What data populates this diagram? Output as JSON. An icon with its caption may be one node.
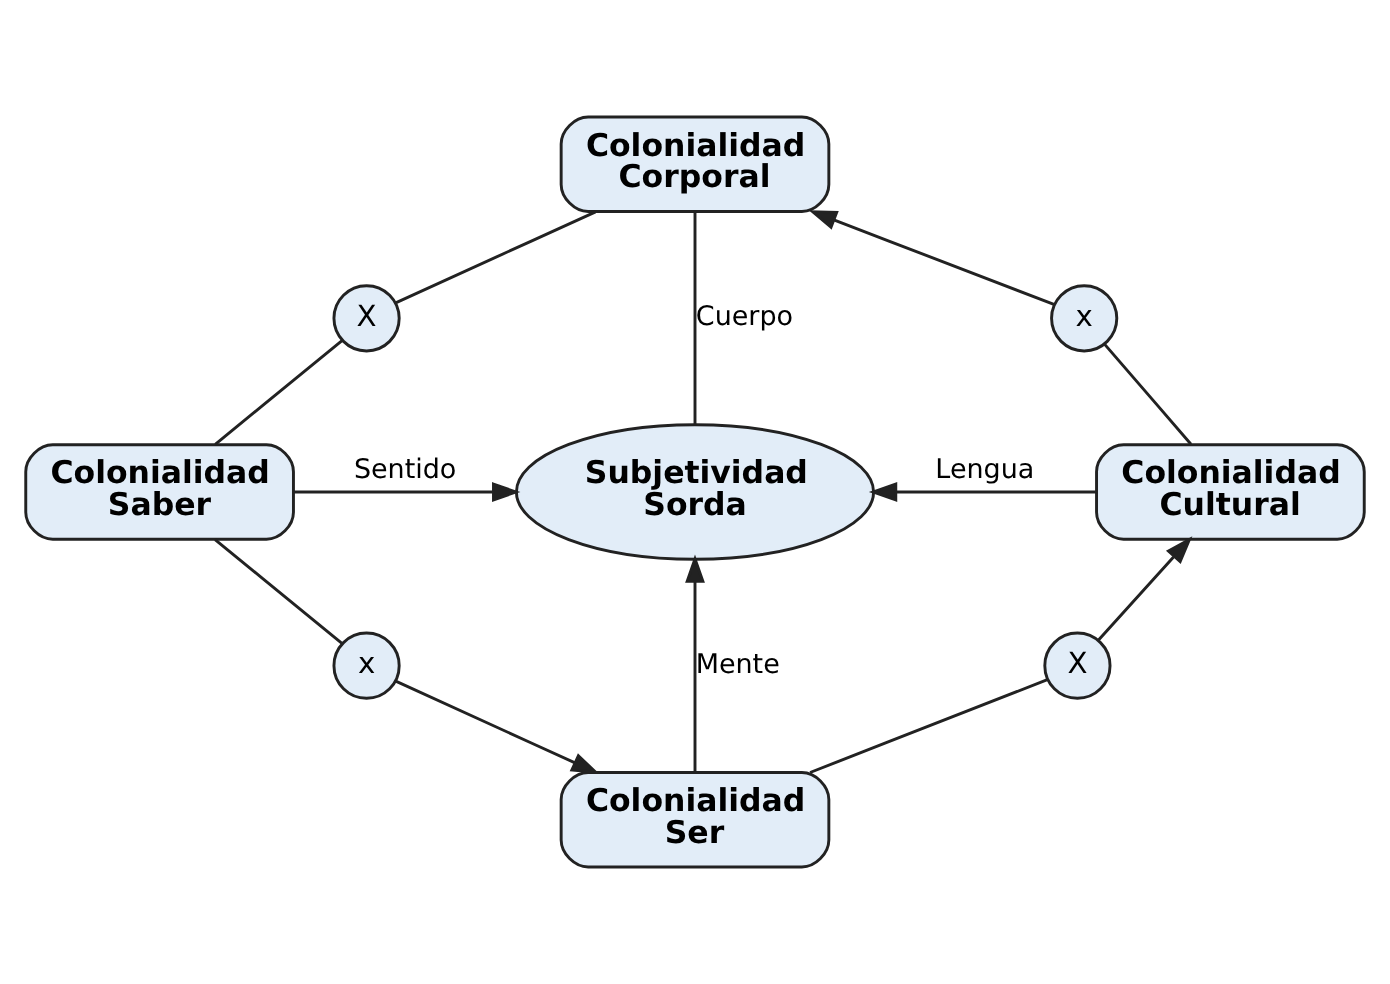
{
  "diagram": {
    "nodes": [
      {
        "text": [
          "Colonialidad Corporal"
        ]
      },
      {
        "text": [
          "X"
        ]
      },
      {
        "text": [
          "x"
        ]
      },
      {
        "text": [
          "Colonialidad Saber"
        ]
      },
      {
        "text": [
          "Subjetividad Sorda"
        ]
      },
      {
        "text": [
          "Colonialidad Cultural"
        ]
      },
      {
        "text": [
          "x"
        ]
      },
      {
        "text": [
          "Colonialidad Ser"
        ]
      },
      {
        "text": [
          "X"
        ]
      }
    ],
    "edges": [
      {
        "from": 3,
        "to": 1,
        "arrow": "none"
      },
      {
        "from": 1,
        "to": 0,
        "arrow": "none"
      },
      {
        "from": 5,
        "to": 2,
        "arrow": "none"
      },
      {
        "from": 2,
        "to": 0,
        "arrow": "to"
      },
      {
        "from": 0,
        "to": 4,
        "arrow": "none",
        "label": "Cuerpo"
      },
      {
        "from": 3,
        "to": 4,
        "arrow": "to",
        "label": "Sentido"
      },
      {
        "from": 5,
        "to": 4,
        "arrow": "to",
        "label": "Lengua"
      },
      {
        "from": 7,
        "to": 4,
        "arrow": "to",
        "label": "Mente"
      },
      {
        "from": 3,
        "to": 6,
        "arrow": "none"
      },
      {
        "from": 6,
        "to": 7,
        "arrow": "to"
      },
      {
        "from": 7,
        "to": 8,
        "arrow": "none"
      },
      {
        "from": 8,
        "to": 5,
        "arrow": "to"
      }
    ]
  }
}
